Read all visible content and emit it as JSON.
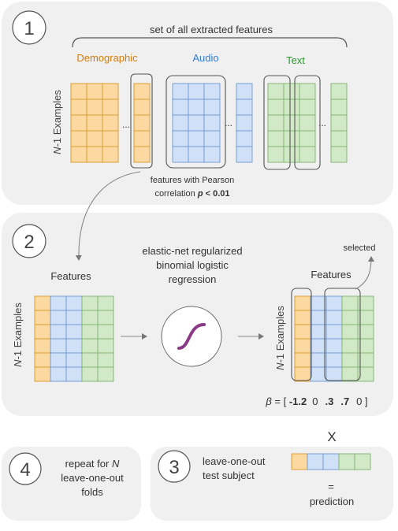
{
  "step1": {
    "number": "1",
    "brace_label": "set of all extracted features",
    "groups": [
      {
        "name": "Demographic",
        "color": "#d87c00",
        "fill": "#fbd9a0",
        "stroke": "#d99a2a"
      },
      {
        "name": "Audio",
        "color": "#2f7de1",
        "fill": "#cfe0f7",
        "stroke": "#6e98d0"
      },
      {
        "name": "Text",
        "color": "#2a9a2a",
        "fill": "#d2e9c8",
        "stroke": "#7eb36d"
      }
    ],
    "y_label_italic": "N",
    "y_label_rest": "-1 Examples",
    "ellipsis": "...",
    "note_line1": "features with Pearson",
    "note_line2_prefix": "correlation ",
    "note_p": "p",
    "note_rest": " < 0.01"
  },
  "step2": {
    "number": "2",
    "left_title": "Features",
    "model_line1": "elastic-net regularized",
    "model_line2": "binomial logistic",
    "model_line3": "regression",
    "right_title": "Features",
    "selected_label": "selected",
    "y_label_italic": "N",
    "y_label_rest": "-1 Examples",
    "beta_symbol": "β",
    "beta_eq": " = [ ",
    "beta_values": [
      "-1.2",
      "0",
      ".3",
      ".7",
      "0"
    ],
    "beta_bold": [
      true,
      false,
      true,
      true,
      false
    ],
    "beta_close": " ]",
    "sigmoid_color": "#8a3a86"
  },
  "step3": {
    "number": "3",
    "line1": "leave-one-out",
    "line2": "test subject",
    "x_mark": "X",
    "equals": "=",
    "result": "prediction"
  },
  "step4": {
    "number": "4",
    "line1_prefix": "repeat for ",
    "line1_italic": "N",
    "line2": "leave-one-out",
    "line3": "folds"
  }
}
